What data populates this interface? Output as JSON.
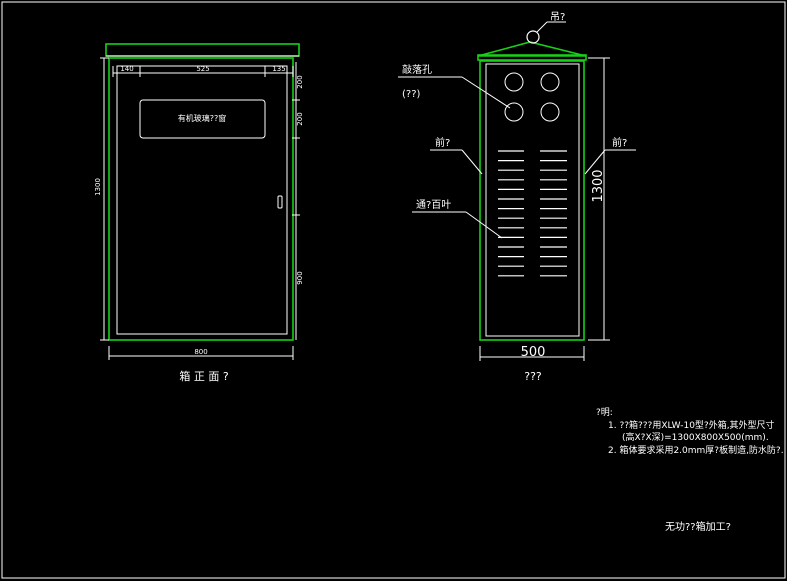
{
  "front_view": {
    "window_label": "有机玻璃??窗",
    "dims": {
      "w140": "140",
      "w525": "525",
      "w135": "135",
      "h200a": "200",
      "h200b": "200",
      "h900": "900",
      "h1300": "1300",
      "w800": "800"
    },
    "caption": "箱 正 面 ?"
  },
  "side_view": {
    "knockout_label": "敲落孔",
    "knockout_sub": "(??)",
    "lifting_label": "吊?",
    "front_label_left": "前?",
    "front_label_right": "前?",
    "louver_label": "通?百叶",
    "dims": {
      "w500": "500",
      "h1300": "1300"
    },
    "caption": "???"
  },
  "notes": {
    "heading": "?明:",
    "line1": "1. ??箱???用XLW-10型?外箱,其外型尺寸",
    "line2": "(高X?X深)=1300X800X500(mm).",
    "line3": "2. 箱体要求采用2.0mm厚?板制造,防水防?."
  },
  "footer": "无功??箱加工?",
  "colors": {
    "frame": "#18d018",
    "lines": "#ffffff",
    "background": "#000000"
  }
}
